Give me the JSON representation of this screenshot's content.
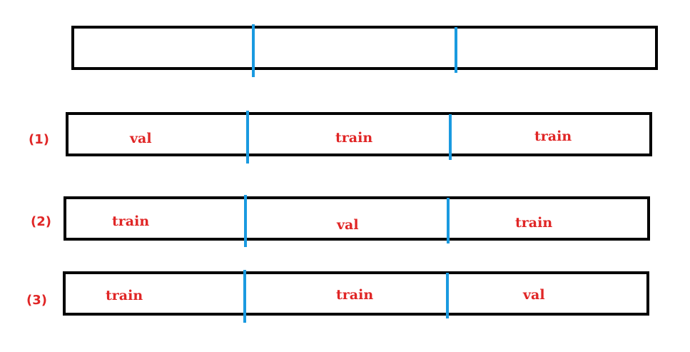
{
  "colors": {
    "bar_border": "#000000",
    "divider": "#1a9ae0",
    "label": "#e02626"
  },
  "rows": [
    {
      "label": "",
      "segments": [
        "",
        "",
        ""
      ]
    },
    {
      "label": "(1)",
      "segments": [
        "val",
        "train",
        "train"
      ]
    },
    {
      "label": "(2)",
      "segments": [
        "train",
        "val",
        "train"
      ]
    },
    {
      "label": "(3)",
      "segments": [
        "train",
        "train",
        "val"
      ]
    }
  ]
}
